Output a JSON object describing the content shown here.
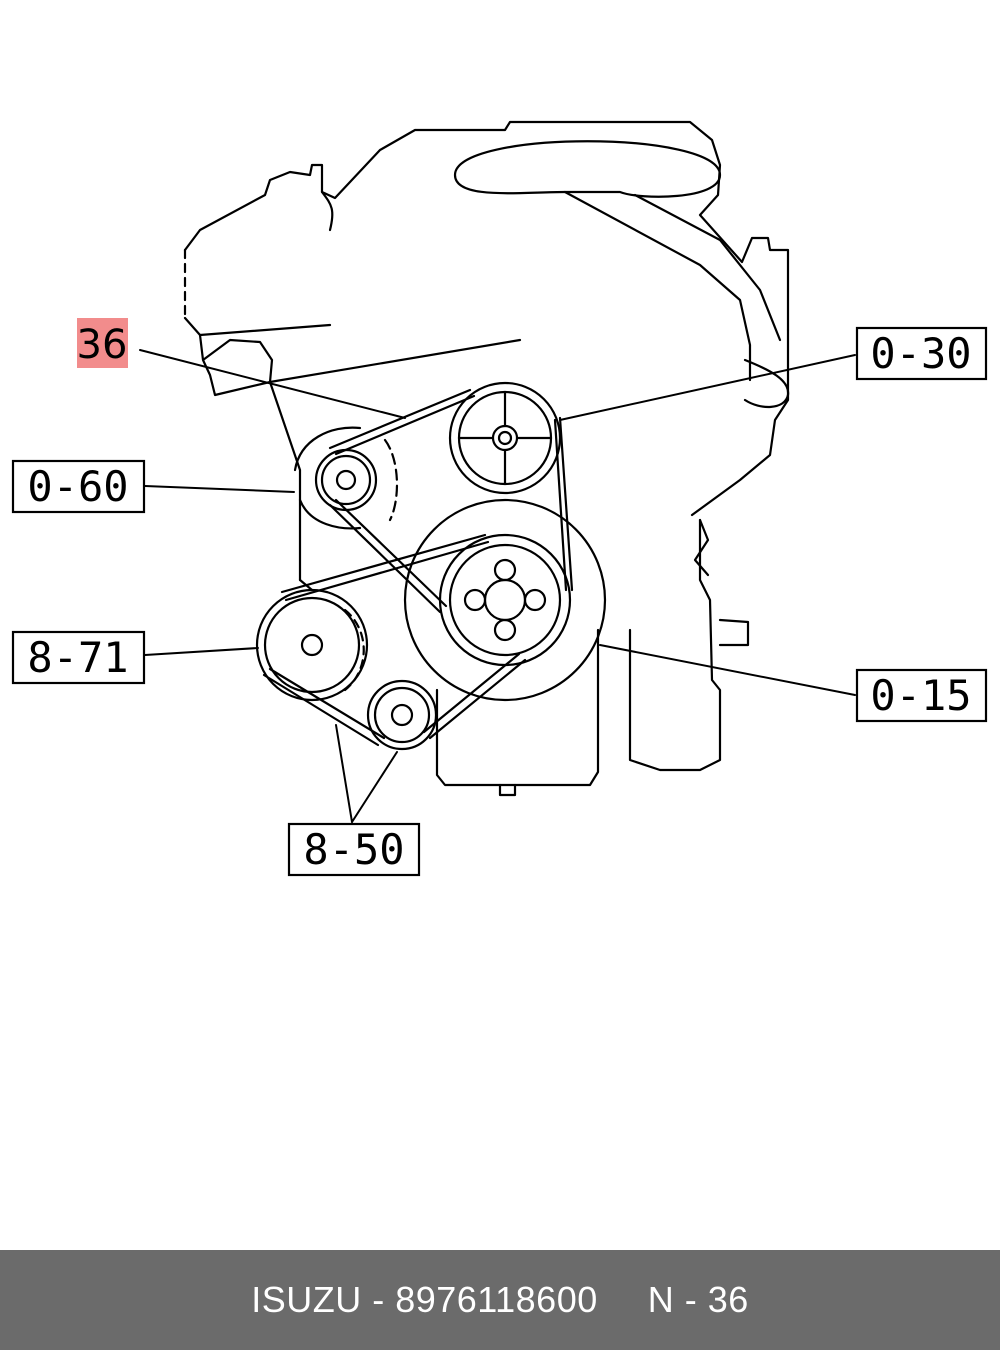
{
  "diagram": {
    "highlight_label": "36",
    "highlight_color": "#f28c8c",
    "callouts": {
      "c060": "0-60",
      "c030": "0-30",
      "c871": "8-71",
      "c015": "0-15",
      "c850": "8-50"
    }
  },
  "footer": {
    "part_info": "ISUZU - 8976118600",
    "ref": "N - 36",
    "background": "#6b6b6b"
  }
}
